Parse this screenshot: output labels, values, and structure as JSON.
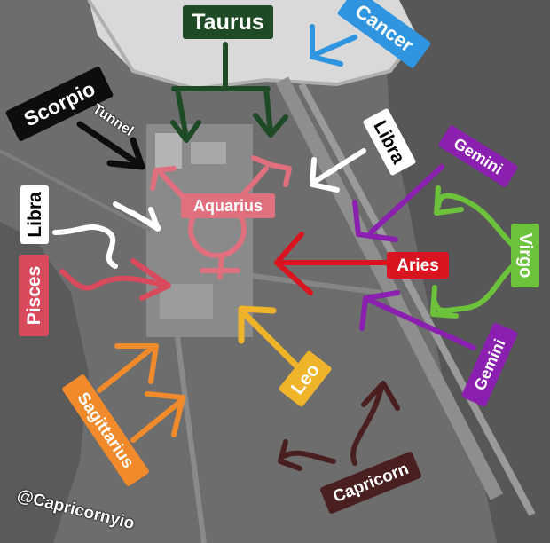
{
  "colors": {
    "taurus": "#1f4a26",
    "cancer": "#2f95e0",
    "scorpio": "#0d0d0d",
    "libra": "#ffffff",
    "gemini": "#8a1fb0",
    "aquarius": "#e0707e",
    "aries": "#d81420",
    "virgo": "#6cc23a",
    "pisces": "#d94a5c",
    "leo": "#f0b42a",
    "sagittarius": "#f08a2a",
    "capricorn": "#4a1f1f"
  },
  "labels": {
    "taurus": "Taurus",
    "cancer": "Cancer",
    "scorpio": "Scorpio",
    "tunnel": "Tunnel",
    "libra_top": "Libra",
    "gemini_top": "Gemini",
    "libra_left": "Libra",
    "aquarius": "Aquarius",
    "aries": "Aries",
    "virgo": "Virgo",
    "pisces": "Pisces",
    "gemini_bottom": "Gemini",
    "leo": "Leo",
    "sagittarius": "Sagittarius",
    "capricorn": "Capricorn"
  },
  "credit": "@Capricornyio"
}
